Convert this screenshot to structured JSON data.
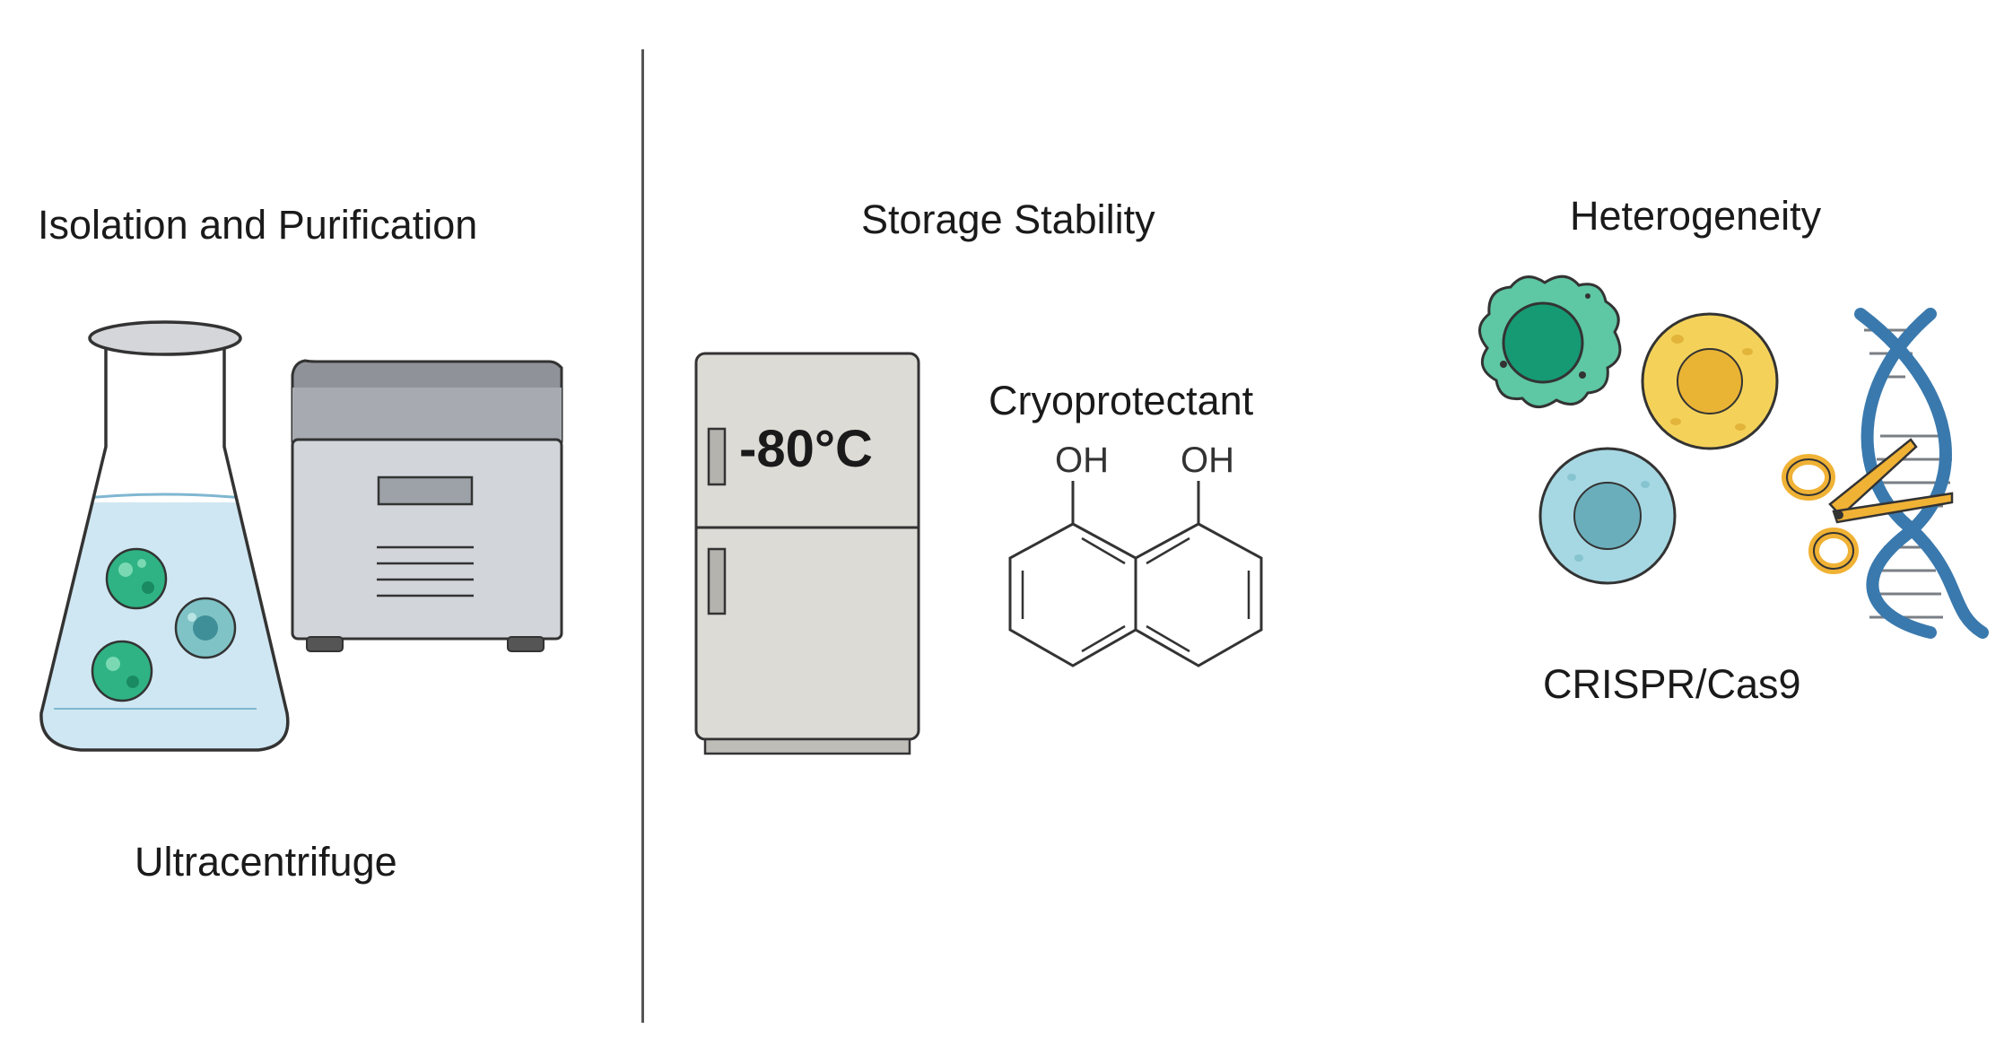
{
  "sections": {
    "isolation": {
      "title": "Isolation and Purification",
      "caption": "Ultracentrifuge"
    },
    "storage": {
      "title": "Storage Stability",
      "freezer_temp": "-80°C",
      "cryo_label": "Cryoprotectant",
      "oh_left": "OH",
      "oh_right": "OH"
    },
    "heterogeneity": {
      "title": "Heterogeneity",
      "caption": "CRISPR/Cas9"
    }
  },
  "colors": {
    "green_cell": "#5ec7a3",
    "green_nucleus": "#159a74",
    "yellow_cell": "#f4d25a",
    "yellow_nucleus": "#e9b334",
    "blue_cell": "#a6d8e3",
    "blue_nucleus": "#6aaebb",
    "dna_blue": "#3a79ad",
    "scissors": "#f0b235",
    "device_gray": "#c9ccd1",
    "fridge": "#dcdad5",
    "flask_liquid": "#cfe7f2"
  }
}
